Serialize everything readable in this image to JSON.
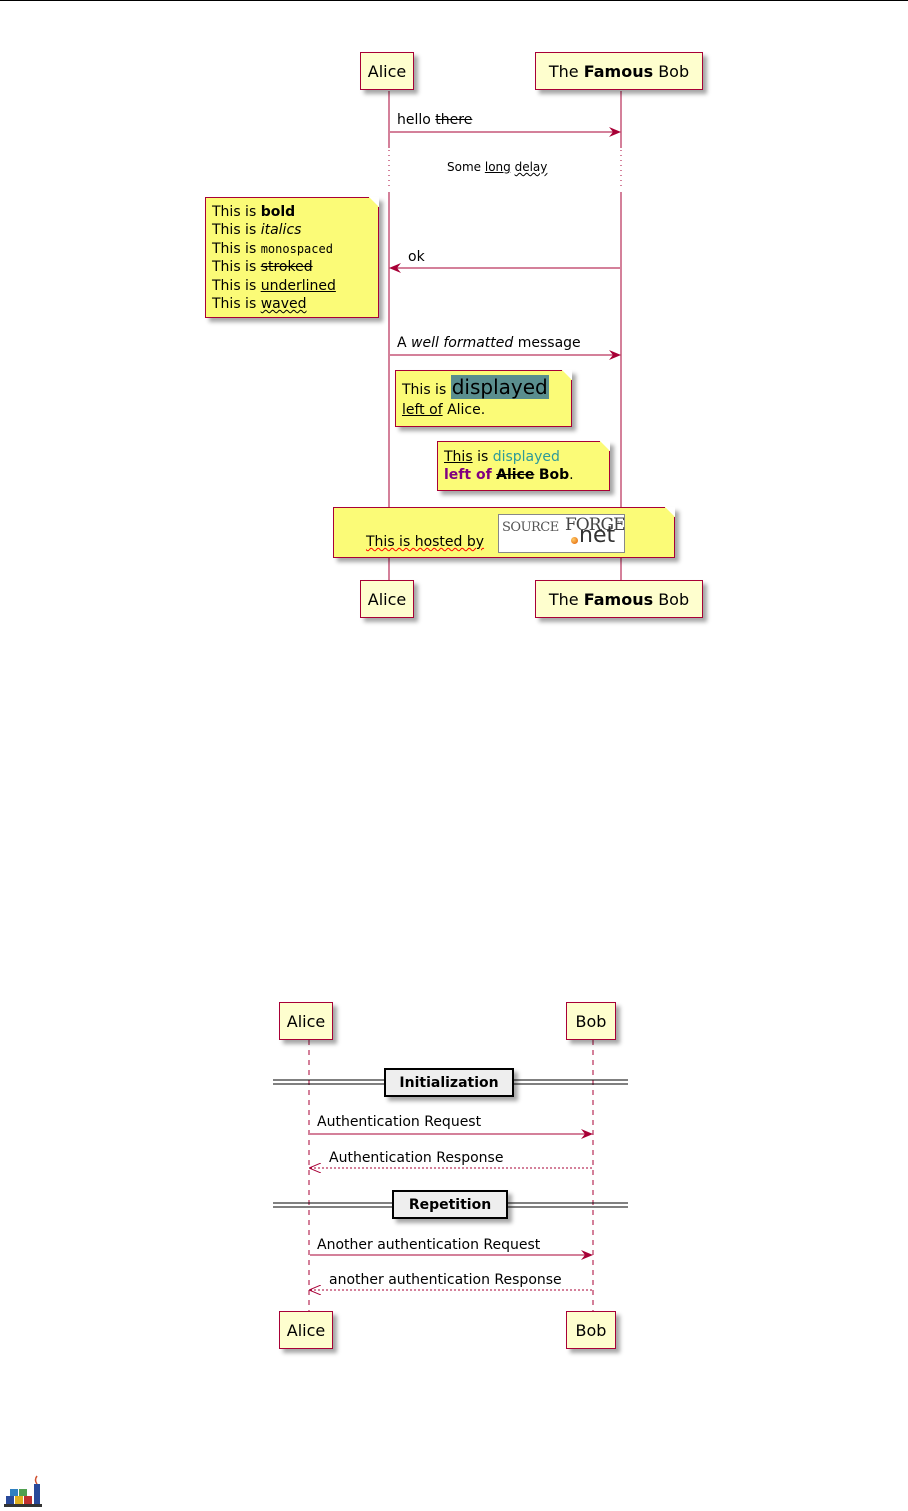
{
  "colors": {
    "participant_fill": "#FEFECE",
    "participant_border": "#A80036",
    "note_fill": "#FBFB77",
    "arrow": "#A80036",
    "highlight": "#5A8E8E",
    "cyan_text": "#2E9A9A",
    "purple_text": "#800080",
    "divider_fill": "#EEEEEE"
  },
  "diagram1": {
    "participant_alice": "Alice",
    "participant_bob": {
      "pre": "The",
      "bold": "Famous",
      "post": "Bob"
    },
    "msg1": {
      "text": "hello",
      "stroked": "there"
    },
    "delay": {
      "pre": "Some",
      "underlined": "long",
      "waved": "delay"
    },
    "note_left": {
      "prefix": "This is",
      "bold": "bold",
      "italics": "italics",
      "monospaced": "monospaced",
      "stroked": "stroked",
      "underlined": "underlined",
      "waved": "waved"
    },
    "msg_ok": "ok",
    "msg_formatted": {
      "pre": "A",
      "italic": "well formatted",
      "post": "message"
    },
    "note_right": {
      "pre": "This is",
      "big": "displayed",
      "under": "left of",
      "post": "Alice."
    },
    "note_over": {
      "under": "This",
      "pre": "is",
      "cyan": "displayed",
      "purple": "left of",
      "stroked": "Alice",
      "bold": "Bob",
      "post": "."
    },
    "note_hosted": {
      "text": "This is hosted by"
    },
    "sourceforge_logo": {
      "source": "SOURCE",
      "forge": "FORGE",
      "tm": "™",
      "net": "net"
    }
  },
  "diagram2": {
    "participant_alice": "Alice",
    "participant_bob": "Bob",
    "divider1": "Initialization",
    "msg1": "Authentication Request",
    "msg2": "Authentication Response",
    "divider2": "Repetition",
    "msg3": "Another authentication Request",
    "msg4": "another authentication Response"
  }
}
